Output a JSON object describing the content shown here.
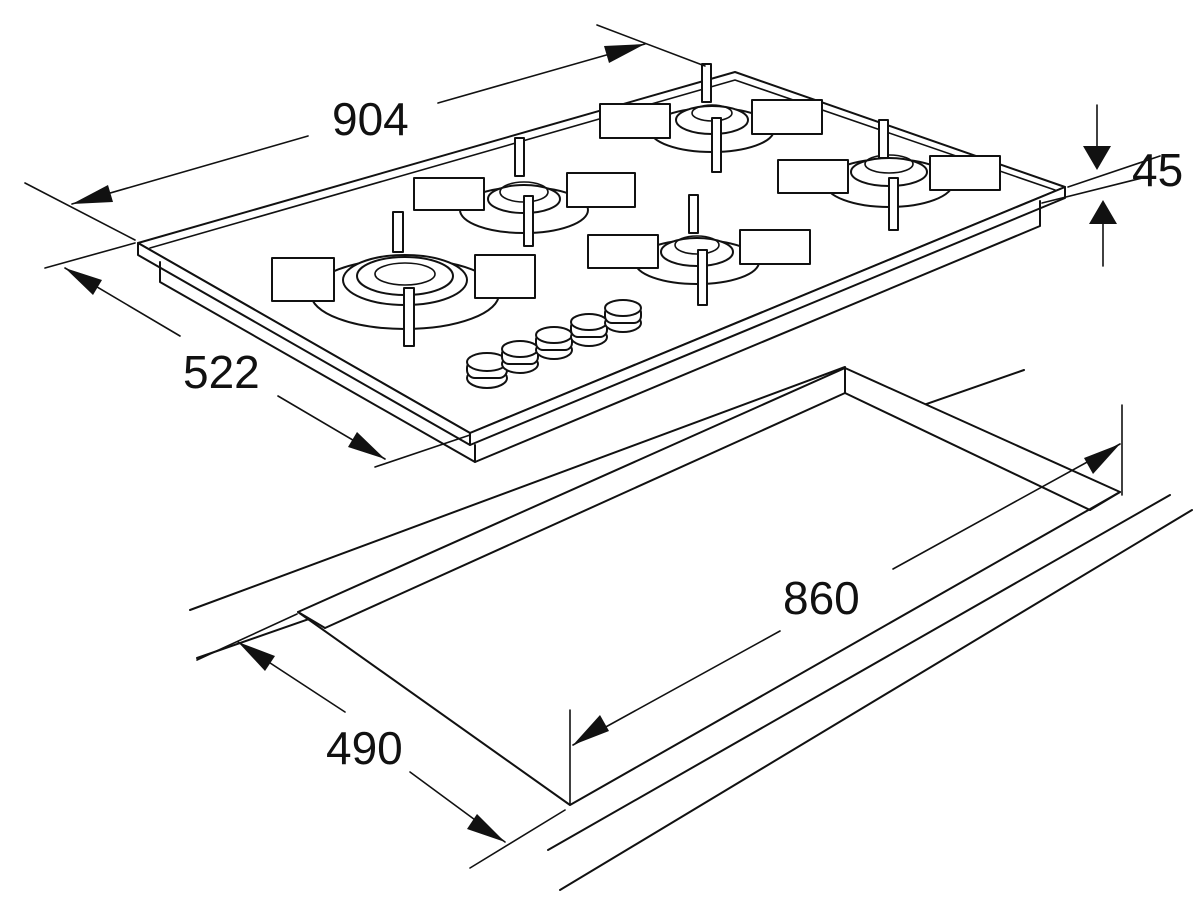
{
  "dimensions": {
    "width": "904",
    "depth": "522",
    "height": "45",
    "cutout_width": "860",
    "cutout_depth": "490"
  },
  "hob": {
    "burner_count": 5,
    "knob_count": 5
  },
  "colors": {
    "stroke": "#111111",
    "background": "#ffffff"
  }
}
